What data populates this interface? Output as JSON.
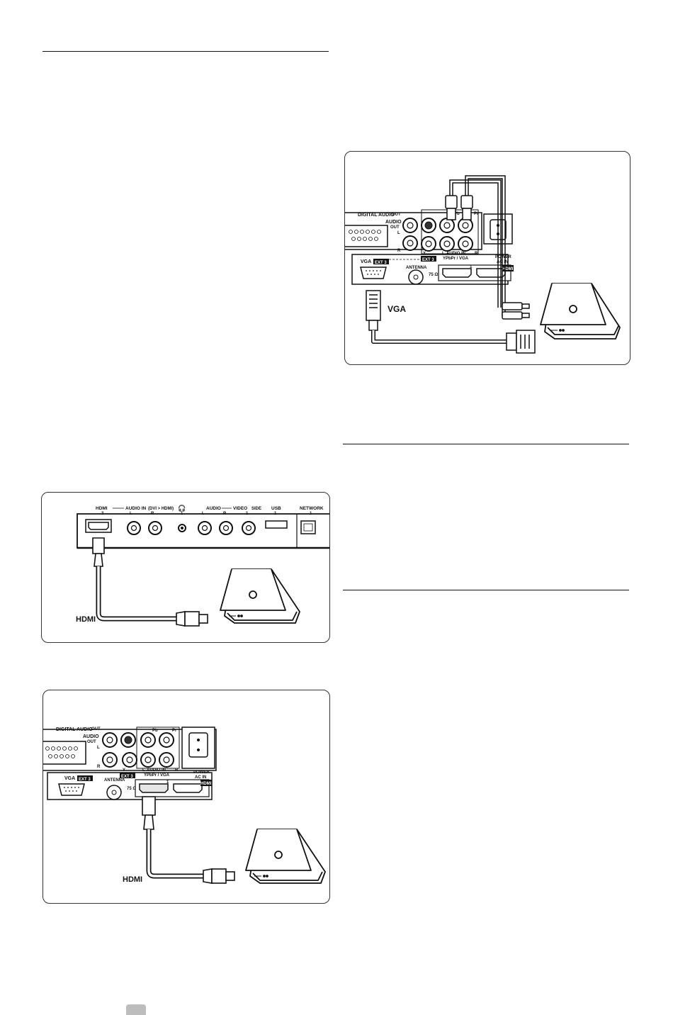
{
  "figures": {
    "vga_connection": {
      "cable_label": "VGA",
      "port_labels": {
        "digital_audio_out": "DIGITAL AUDIO",
        "out_small": "OUT",
        "audio_out": "AUDIO",
        "audio_out_small": "OUT",
        "left": "L",
        "right": "R",
        "y": "Y",
        "pb": "Pb",
        "pr": "Pr",
        "audio_in": "AUDIO IN",
        "ypbpr_vga": "YPbPr / VGA",
        "ext3": "EXT 3",
        "vga": "VGA",
        "antenna": "ANTENNA",
        "ohm": "75 Ω",
        "power": "POWER",
        "ac_in": "AC IN",
        "hdmi1": "1",
        "hdmi2": "2",
        "hdmi_badge": "HDMI"
      }
    },
    "hdmi_side_connection": {
      "cable_label": "HDMI",
      "port_labels": {
        "hdmi": "HDMI",
        "hdmi_num": "3",
        "audio_in": "AUDIO IN",
        "dvi_hdmi": "(DVI > HDMI)",
        "left": "L",
        "right": "R",
        "headphone_num": "1",
        "audio": "AUDIO",
        "video": "VIDEO",
        "side": "SIDE",
        "usb": "USB",
        "usb_num": "1",
        "network": "NETWORK",
        "network_num": "1",
        "one": "1"
      }
    },
    "hdmi_rear_connection": {
      "cable_label": "HDMI",
      "port_labels": {
        "digital_audio_out": "DIGITAL AUDIO",
        "out_small": "OUT",
        "audio_out": "AUDIO",
        "audio_out_small": "OUT",
        "left": "L",
        "right": "R",
        "y": "Y",
        "pb": "Pb",
        "pr": "Pr",
        "audio_in": "AUDIO IN",
        "ypbpr_vga": "YPbPr / VGA",
        "ext3": "EXT 3",
        "vga": "VGA",
        "antenna": "ANTENNA",
        "ohm": "75 Ω",
        "power": "POWER",
        "ac_in": "AC IN",
        "hdmi1": "1",
        "hdmi2": "2",
        "hdmi_badge": "HDMI"
      }
    }
  },
  "colors": {
    "line": "#111111",
    "panel_border": "#333333",
    "page_tab": "#bdbdbd"
  }
}
